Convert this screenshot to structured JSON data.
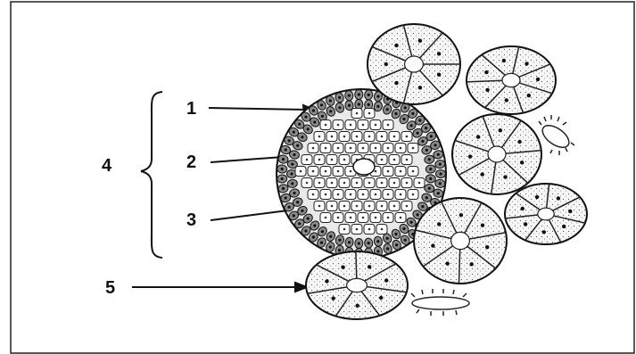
{
  "labels": {
    "l1": "1",
    "l2": "2",
    "l3": "3",
    "l4": "4",
    "l5": "5"
  },
  "colors": {
    "ink": "#111111",
    "cell_fill": "#f4f4f4",
    "background": "#ffffff"
  }
}
